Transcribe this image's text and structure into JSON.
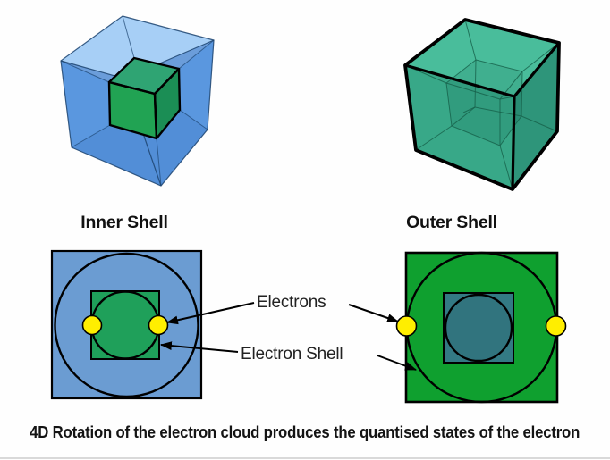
{
  "figure": {
    "top_row": {
      "inner_shell_label": "Inner Shell",
      "outer_shell_label": "Outer Shell"
    },
    "annotations": {
      "electrons_label": "Electrons",
      "electron_shell_label": "Electron Shell"
    },
    "caption": "4D Rotation of the electron cloud produces the quantised states of the electron"
  },
  "colors": {
    "blue-square": "#6B9CD2",
    "green-inner": "#1FA05A",
    "green-square": "#0FA02F",
    "teal-inner": "#337A84",
    "teal-circle": "#31747E",
    "electron-yellow": "#FFEE00",
    "tess-blue-mid": "#66A5EB",
    "tess-blue-light": "#8FC2F4",
    "tess-edge-blue": "#1D4470",
    "tess-green-top": "#2FA473",
    "tess-green-front": "#21A353",
    "tess-green-right": "#178C4D",
    "tess-teal-base": "#3DAD8B",
    "tess-teal-top": "#49BD9B",
    "tess-teal-front": "#38A888",
    "tess-teal-right": "#2E957A",
    "tess-edge-teal": "#17604A"
  }
}
